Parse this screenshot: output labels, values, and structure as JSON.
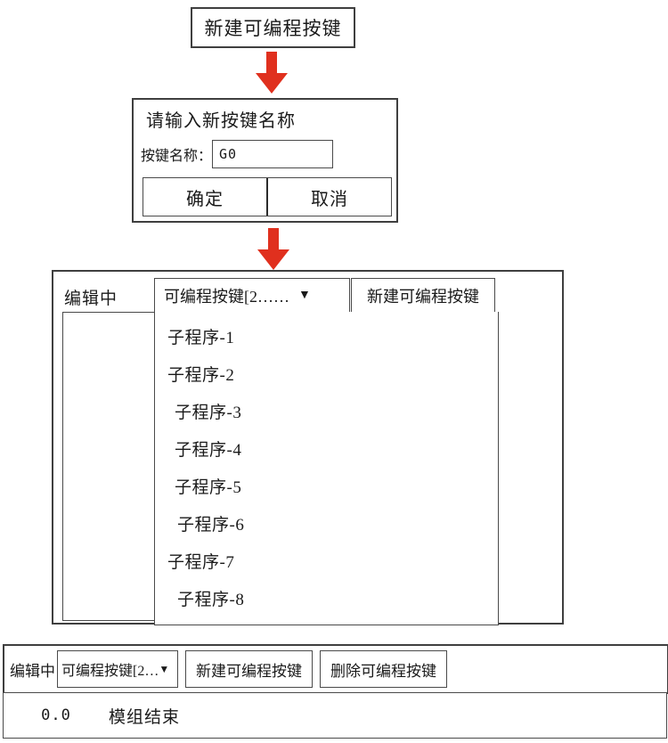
{
  "colors": {
    "arrow_red": "#e0301e",
    "border_dark": "#3f3f3f",
    "border_light": "#4a4a4a",
    "background": "#ffffff",
    "text": "#1a1a1a"
  },
  "step1": {
    "label": "新建可编程按键"
  },
  "arrow1": {
    "name": "down-arrow"
  },
  "dialog": {
    "title": "请输入新按键名称",
    "field_label": "按键名称：",
    "input_value": "G0",
    "input_placeholder": "",
    "ok_label": "确定",
    "cancel_label": "取消"
  },
  "arrow2": {
    "name": "down-arrow"
  },
  "panel": {
    "status_label": "编辑中",
    "key_select_text": "可编程按键[2……",
    "key_select_caret": "▼",
    "new_key_label": "新建可编程按键",
    "list_items": [
      {
        "label": "子程序-1",
        "indent": 14
      },
      {
        "label": "子程序-2",
        "indent": 14
      },
      {
        "label": "子程序-3",
        "indent": 22
      },
      {
        "label": "子程序-4",
        "indent": 22
      },
      {
        "label": "子程序-5",
        "indent": 22
      },
      {
        "label": "子程序-6",
        "indent": 25
      },
      {
        "label": "子程序-7",
        "indent": 14
      },
      {
        "label": "子程序-8",
        "indent": 25
      }
    ]
  },
  "bottom": {
    "status_label": "编辑中",
    "key_select_text": "可编程按键[2…",
    "key_select_caret": "▼",
    "new_key_label": "新建可编程按键",
    "delete_key_label": "删除可编程按键",
    "program_line": {
      "number": "0.0",
      "text": "模组结束"
    }
  }
}
